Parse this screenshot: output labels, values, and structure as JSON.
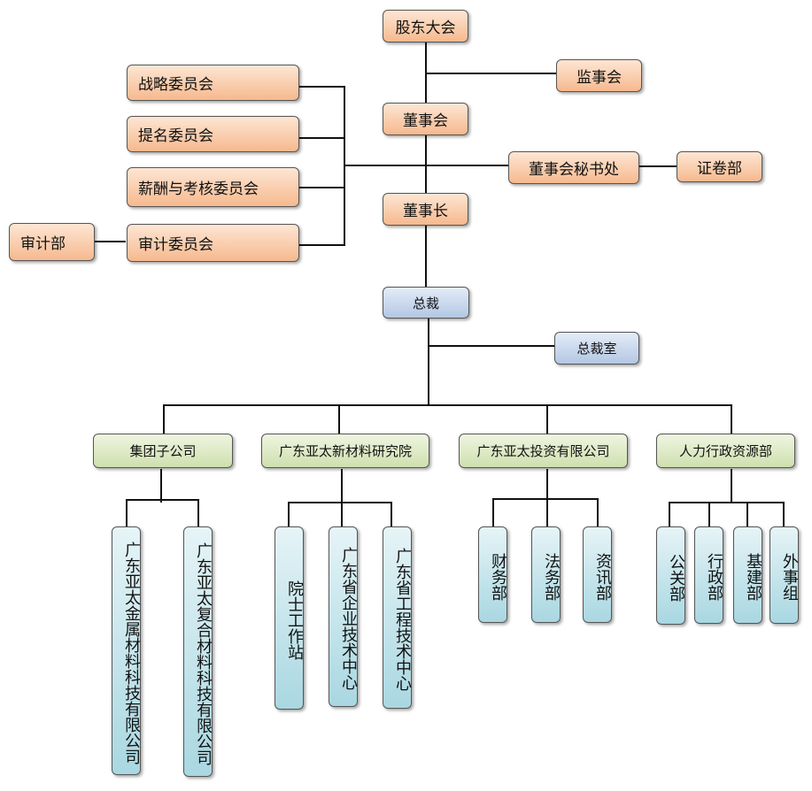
{
  "nodes": {
    "shareholders": "股东大会",
    "supervisors": "监事会",
    "board": "董事会",
    "board_secretary": "董事会秘书处",
    "securities": "证卷部",
    "chairman": "董事长",
    "strategy_committee": "战略委员会",
    "nomination_committee": "提名委员会",
    "compensation_committee": "薪酬与考核委员会",
    "audit_committee": "审计委员会",
    "audit_dept": "审计部",
    "president": "总裁",
    "president_office": "总裁室",
    "group_subsidiaries": "集团子公司",
    "research_institute": "广东亚太新材料研究院",
    "investment_company": "广东亚太投资有限公司",
    "hr_admin": "人力行政资源部",
    "sub_metal": "广东亚太金属材料科技有限公司",
    "sub_composite": "广东亚太复合材料科技有限公司",
    "academician_station": "院士工作站",
    "enterprise_tech_center": "广东省企业技术中心",
    "engineering_tech_center": "广东省工程技术中心",
    "finance_dept": "财务部",
    "legal_dept": "法务部",
    "info_dept": "资讯部",
    "pr_dept": "公关部",
    "admin_dept": "行政部",
    "infrastructure_dept": "基建部",
    "foreign_affairs": "外事组"
  },
  "colors": {
    "governance": "#f6b98e",
    "executive": "#b3c7e3",
    "division": "#cfe0ae",
    "department": "#a9d7e1",
    "connector": "#111111"
  }
}
